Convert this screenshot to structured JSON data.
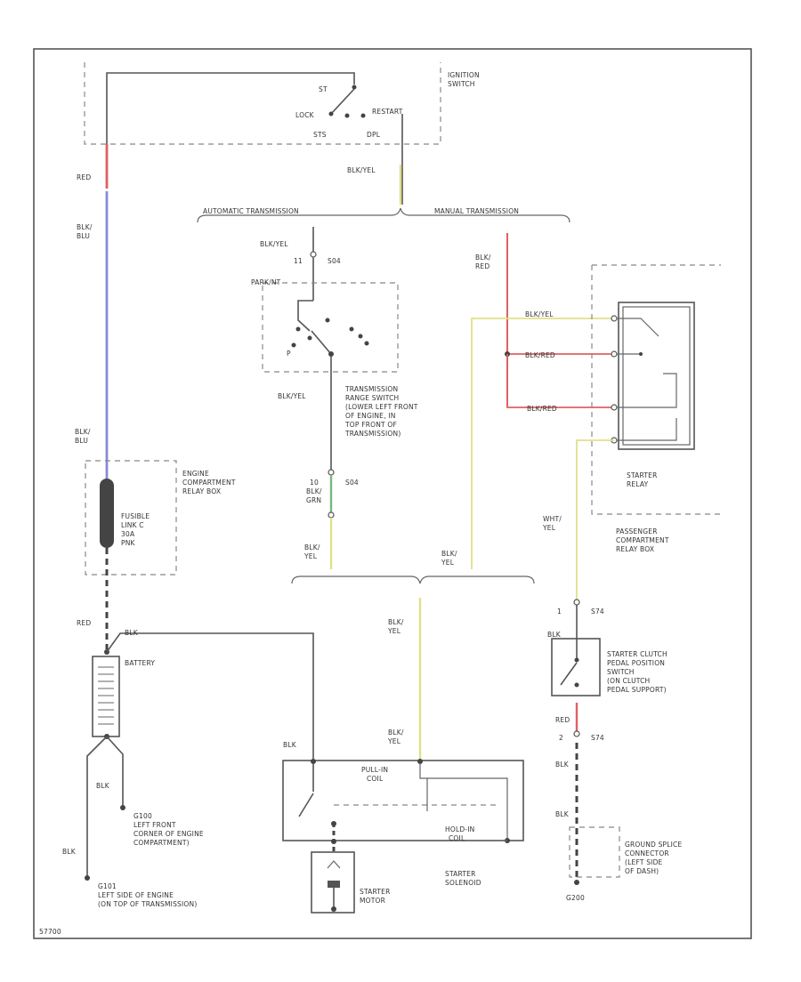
{
  "colors": {
    "red_wire": "#e06060",
    "blue_wire": "#8a8ad8",
    "yellow_wire": "#e0e08a",
    "green_wire": "#7ab87a",
    "black_wire": "#444444"
  },
  "labels": {
    "ignition_switch": [
      "IGNITION",
      "SWITCH"
    ],
    "ig_st": "ST",
    "ig_lock": "LOCK",
    "ig_restart": "RESTART",
    "ig_sts": "STS",
    "ig_dpl": "DPL",
    "wire_red_top": "RED",
    "wire_blu_blu_top": [
      "BLK/",
      "BLU"
    ],
    "wire_blkyel_ign": "BLK/YEL",
    "auto_trans": "AUTOMATIC TRANSMISSION",
    "manual_trans": "MANUAL TRANSMISSION",
    "wire_blkyel_trs": "BLK/YEL",
    "trs_pin": "11",
    "trs_conn_top": "S04",
    "trs_park": "PARK/NT",
    "trs_p": "P",
    "wire_blkyel_trs2": "BLK/YEL",
    "trs_name": [
      "TRANSMISSION",
      "RANGE SWITCH",
      "(LOWER LEFT FRONT",
      "OF ENGINE, IN",
      "TOP FRONT OF",
      "TRANSMISSION)"
    ],
    "trs_pin2": "10",
    "trs_conn_bot": "S04",
    "wire_blkgrn": [
      "BLK/",
      "GRN"
    ],
    "wire_blkyel_left": [
      "BLK/",
      "YEL"
    ],
    "wire_blkred_mt": [
      "BLK/",
      "RED"
    ],
    "wire_blkyel_mid": [
      "BLK/",
      "YEL"
    ],
    "relay_wire1": "BLK/YEL",
    "relay_wire2": "BLK/RED",
    "relay_wire3": "BLK/RED",
    "starter_relay": [
      "STARTER",
      "RELAY"
    ],
    "wire_whtyel": [
      "WHT/",
      "YEL"
    ],
    "pass_relay_box": [
      "PASSENGER",
      "COMPARTMENT",
      "RELAY BOX"
    ],
    "wire_blu_blu_mid": [
      "BLK/",
      "BLU"
    ],
    "fusible_link": [
      "FUSIBLE",
      "LINK C",
      "30A",
      "PNK"
    ],
    "engine_relay_box": [
      "ENGINE",
      "COMPARTMENT",
      "RELAY BOX"
    ],
    "wire_red_batt": "RED",
    "wire_blk_batt": "BLK",
    "battery": "BATTERY",
    "wire_blkyel_sol": [
      "BLK/",
      "YEL"
    ],
    "wire_blkyel_sol2": [
      "BLK/",
      "YEL"
    ],
    "wire_blk_sol": "BLK",
    "pull_in": [
      "PULL-IN",
      "COIL"
    ],
    "hold_in": [
      "HOLD-IN",
      "COIL"
    ],
    "starter_solenoid": [
      "STARTER",
      "SOLENOID"
    ],
    "starter_motor": [
      "STARTER",
      "MOTOR"
    ],
    "wire_blk_g1": "BLK",
    "g100": [
      "G100",
      "LEFT FRONT",
      "CORNER OF ENGINE",
      "COMPARTMENT)"
    ],
    "wire_blk_g2": "BLK",
    "g101": [
      "G101",
      "LEFT SIDE OF ENGINE",
      "(ON TOP OF TRANSMISSION)"
    ],
    "cps_pin1": "1",
    "cps_conn1": "S74",
    "wire_blk_cps": "BLK",
    "cps_name": [
      "STARTER CLUTCH",
      "PEDAL POSITION",
      "SWITCH",
      "(ON CLUTCH",
      "PEDAL SUPPORT)"
    ],
    "wire_red_cps": "RED",
    "cps_pin2": "2",
    "cps_conn2": "S74",
    "wire_blk_cps2": "BLK",
    "wire_blk_cps3": "BLK",
    "ground_splice": [
      "GROUND SPLICE",
      "CONNECTOR",
      "(LEFT SIDE",
      "OF DASH)"
    ],
    "g200": "G200",
    "figure_id": "57700"
  }
}
